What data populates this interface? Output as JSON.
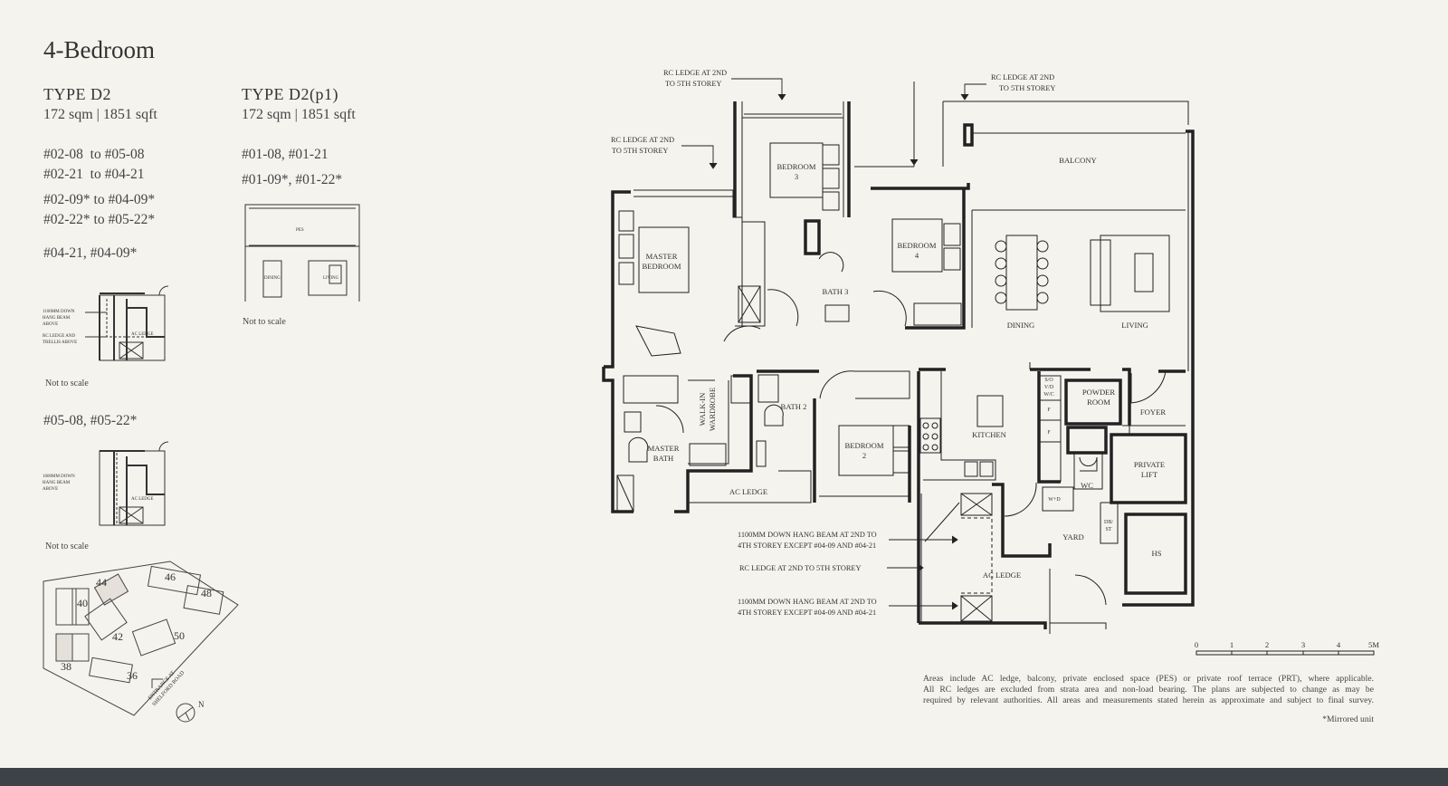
{
  "page": {
    "title": "4-Bedroom"
  },
  "types": [
    {
      "name": "TYPE D2",
      "area": "172 sqm | 1851 sqft",
      "units": [
        "#02-08  to #05-08",
        "#02-21  to #04-21",
        "#02-09* to #04-09*",
        "#02-22* to #05-22*"
      ]
    },
    {
      "name": "TYPE D2(p1)",
      "area": "172 sqm | 1851 sqft",
      "units": [
        "#01-08, #01-21",
        "#01-09*, #01-22*"
      ]
    }
  ],
  "variants": [
    {
      "units": "#04-21, #04-09*",
      "notes": [
        "1100MM DOWN",
        "HANG BEAM",
        "ABOVE",
        "RC LEDGE AND",
        "TRELLIS ABOVE"
      ],
      "ac_ledge": "AC LEDGE",
      "scale_note": "Not to scale"
    },
    {
      "units": "#05-08, #05-22*",
      "notes": [
        "1600MM DOWN",
        "HANG BEAM",
        "ABOVE"
      ],
      "ac_ledge": "AC LEDGE",
      "scale_note": "Not to scale"
    }
  ],
  "pes_plan": {
    "pes": "PES",
    "dining": "DINING",
    "living": "LIVING",
    "scale_note": "Not to scale"
  },
  "site_map": {
    "blocks": [
      "36",
      "38",
      "40",
      "42",
      "44",
      "46",
      "48",
      "50"
    ],
    "entrance": [
      "ENTRANCE AT",
      "SHELFORD ROAD"
    ],
    "north": "N"
  },
  "rooms": {
    "balcony": "BALCONY",
    "bedroom3": [
      "BEDROOM",
      "3"
    ],
    "master_bedroom": [
      "MASTER",
      "BEDROOM"
    ],
    "bedroom4": [
      "BEDROOM",
      "4"
    ],
    "bath3": "BATH 3",
    "dining": "DINING",
    "living": "LIVING",
    "walk_in_wardrobe": [
      "WALK-IN",
      "WARDROBE"
    ],
    "bath2": "BATH 2",
    "bedroom2": [
      "BEDROOM",
      "2"
    ],
    "kitchen": "KITCHEN",
    "master_bath": [
      "MASTER",
      "BATH"
    ],
    "powder_room": [
      "POWDER",
      "ROOM"
    ],
    "foyer": "FOYER",
    "private_lift": [
      "PRIVATE",
      "LIFT"
    ],
    "wc": "WC",
    "wd": "W+D",
    "dbst": [
      "DB/",
      "ST"
    ],
    "yard": "YARD",
    "hs": "HS",
    "ac_ledge_1": "AC LEDGE",
    "ac_ledge_2": "AC LEDGE",
    "fridge_cabinet": [
      "S/O",
      "V/D",
      "W/C"
    ],
    "f1": "F",
    "f2": "F"
  },
  "annotations": {
    "rc_ledge_top": [
      "RC LEDGE AT 2ND",
      "TO 5TH STOREY"
    ],
    "rc_ledge_left": [
      "RC LEDGE AT 2ND",
      "TO 5TH STOREY"
    ],
    "rc_ledge_right": [
      "RC LEDGE AT 2ND",
      "TO 5TH STOREY"
    ],
    "beam_1": [
      "1100MM DOWN HANG BEAM AT 2ND TO",
      "4TH STOREY EXCEPT #04-09 AND #04-21"
    ],
    "rc_ledge_bottom": "RC LEDGE AT 2ND TO 5TH STOREY",
    "beam_2": [
      "1100MM DOWN HANG BEAM AT 2ND TO",
      "4TH STOREY EXCEPT #04-09 AND #04-21"
    ]
  },
  "scale_bar": {
    "ticks": [
      "0",
      "1",
      "2",
      "3",
      "4",
      "5M"
    ]
  },
  "disclaimer": [
    "Areas include AC ledge, balcony, private enclosed space (PES) or private roof terrace (PRT), where applicable.",
    "All RC ledges are excluded from strata area and non-load bearing. The plans are subjected to change as may be",
    "required by relevant authorities. All areas and measurements stated herein as approximate and subject to final survey."
  ],
  "mirrored_note": "*Mirrored unit"
}
